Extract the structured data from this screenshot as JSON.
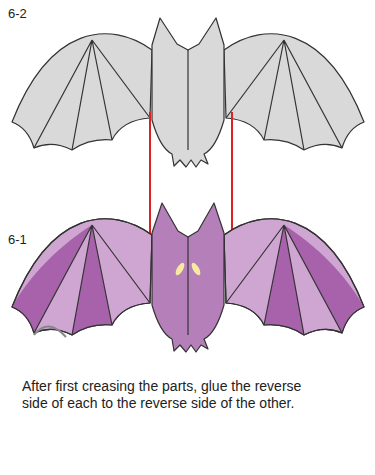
{
  "diagram": {
    "caption": "After first creasing the parts, glue the reverse side of each to the reverse side of the other.",
    "labels": [
      "6-2",
      "6-1"
    ]
  }
}
